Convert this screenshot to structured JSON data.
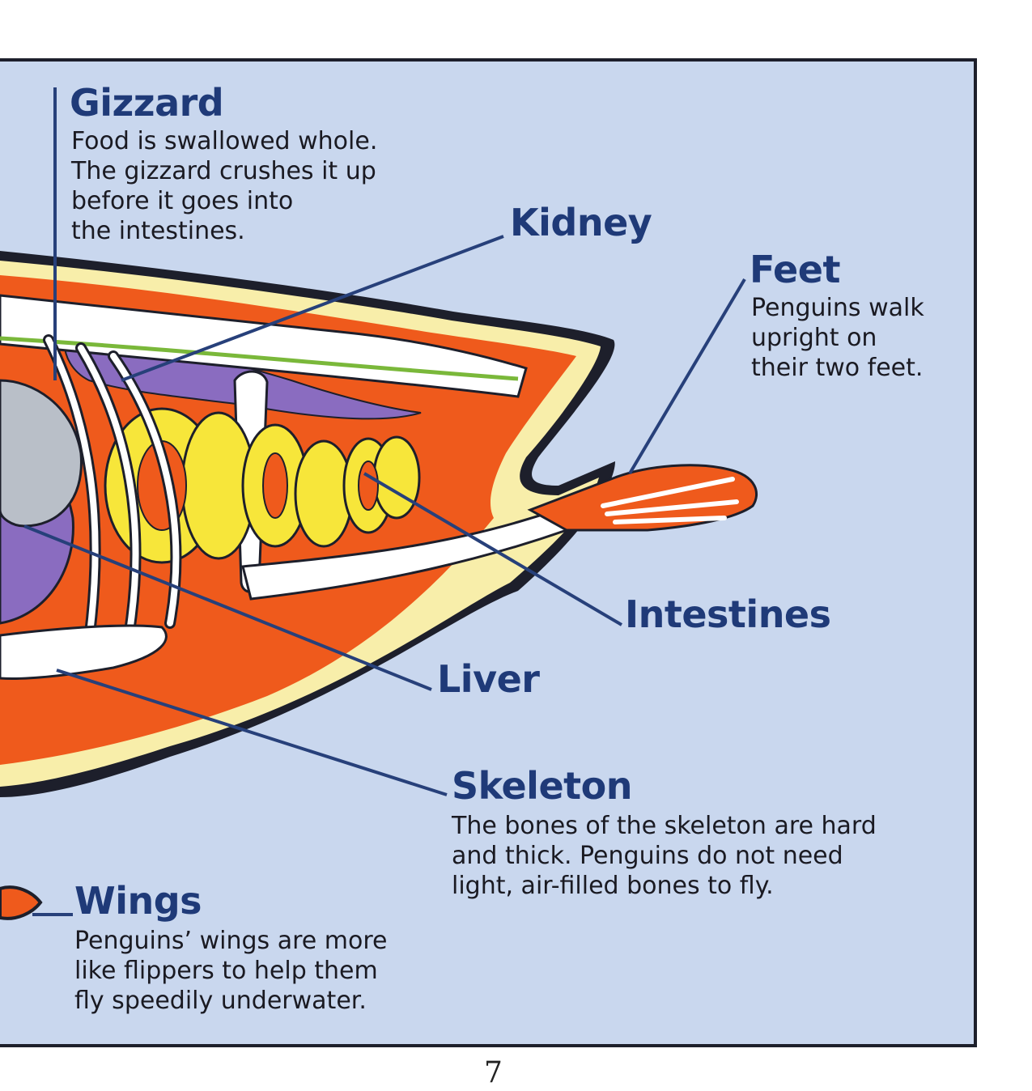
{
  "labels": {
    "gizzard": {
      "title": "Gizzard",
      "text": "Food is swallowed whole.\nThe gizzard crushes it up\nbefore it goes into\nthe intestines."
    },
    "kidney": {
      "title": "Kidney"
    },
    "feet": {
      "title": "Feet",
      "text": "Penguins walk\nupright on\ntheir two feet."
    },
    "intestines": {
      "title": "Intestines"
    },
    "liver": {
      "title": "Liver"
    },
    "skeleton": {
      "title": "Skeleton",
      "text": "The bones of the skeleton are hard\nand thick. Penguins do not need\nlight, air-filled bones to fly."
    },
    "wings": {
      "title": "Wings",
      "text": "Penguins’ wings are more\nlike flippers to help them\nfly speedily underwater."
    }
  },
  "page_number": "7",
  "colors": {
    "background": "#c9d7ee",
    "heading": "#1f3a78",
    "leader_line": "#27407a",
    "body_orange": "#ef5a1c",
    "skin_cream": "#f8eeaa",
    "intestine_yellow": "#f7e63a",
    "organ_purple": "#8a6cc0"
  }
}
